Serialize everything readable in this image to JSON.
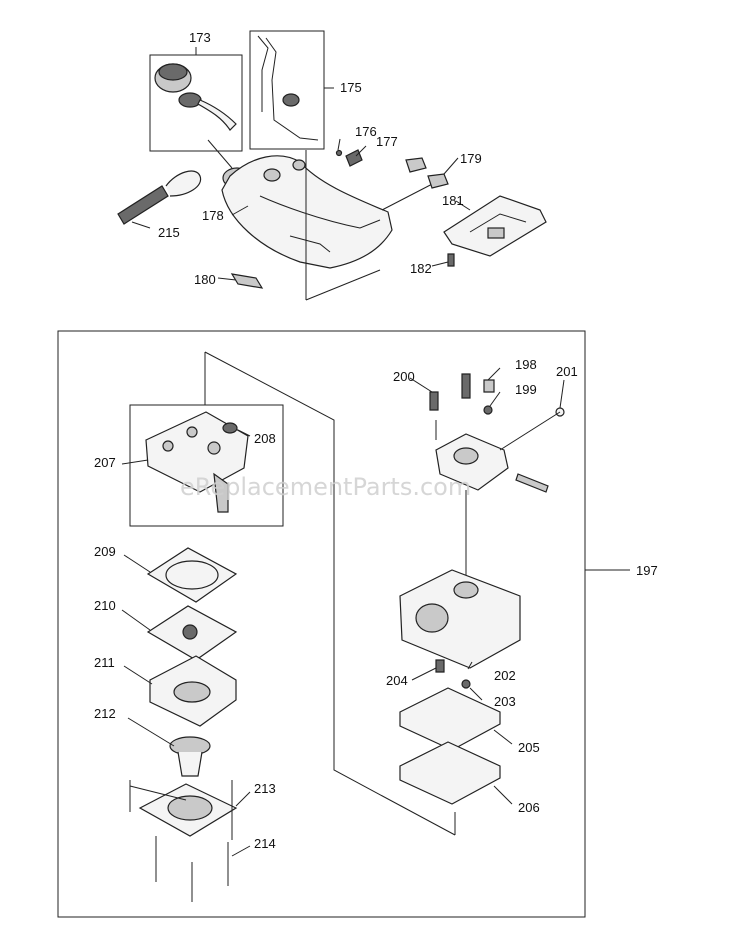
{
  "watermark": "eReplacementParts.com",
  "callouts": {
    "p173": "173",
    "p175": "175",
    "p176": "176",
    "p177": "177",
    "p178": "178",
    "p179": "179",
    "p180": "180",
    "p181": "181",
    "p182": "182",
    "p215": "215",
    "p197": "197",
    "p198": "198",
    "p199": "199",
    "p200": "200",
    "p201": "201",
    "p202": "202",
    "p203": "203",
    "p204": "204",
    "p205": "205",
    "p206": "206",
    "p207": "207",
    "p208": "208",
    "p209": "209",
    "p210": "210",
    "p211": "211",
    "p212": "212",
    "p213": "213",
    "p214": "214"
  }
}
